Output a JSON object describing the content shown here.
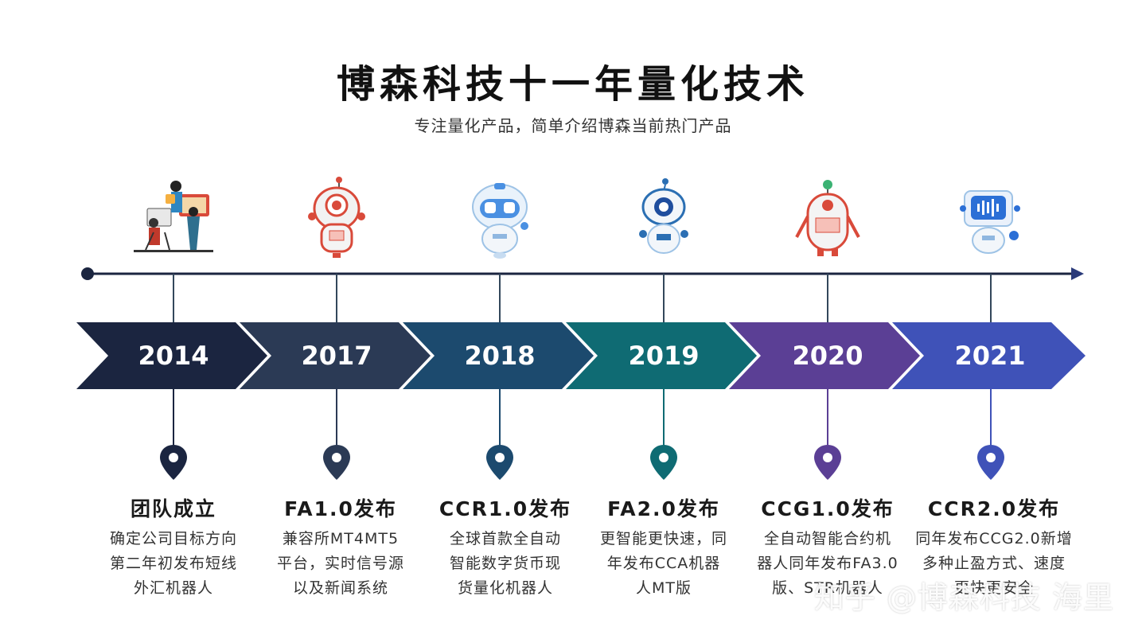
{
  "header": {
    "title": "博森科技十一年量化技术",
    "subtitle": "专注量化产品，简单介绍博森当前热门产品"
  },
  "milestones": [
    {
      "year": "2014",
      "title": "团队成立",
      "desc": [
        "确定公司目标方向",
        "第二年初发布短线",
        "外汇机器人"
      ],
      "color": "#1b2540",
      "icon": "team-illustration-icon"
    },
    {
      "year": "2017",
      "title": "FA1.0发布",
      "desc": [
        "兼容所MT4MT5",
        "平台，实时信号源",
        "以及新闻系统"
      ],
      "color": "#2b3a55",
      "icon": "fa-robot-icon"
    },
    {
      "year": "2018",
      "title": "CCR1.0发布",
      "desc": [
        "全球首款全自动",
        "智能数字货币现",
        "货量化机器人"
      ],
      "color": "#1c4a6e",
      "icon": "ccr-robot-icon"
    },
    {
      "year": "2019",
      "title": "FA2.0发布",
      "desc": [
        "更智能更快速，同",
        "年发布CCA机器",
        "人MT版"
      ],
      "color": "#0f6b73",
      "icon": "cca-robot-icon"
    },
    {
      "year": "2020",
      "title": "CCG1.0发布",
      "desc": [
        "全自动智能合约机",
        "器人同年发布FA3.0",
        "版、STR机器人"
      ],
      "color": "#5b3f95",
      "icon": "ccg-robot-icon"
    },
    {
      "year": "2021",
      "title": "CCR2.0发布",
      "desc": [
        "同年发布CCG2.0新增",
        "多种止盈方式、速度",
        "更快更安全"
      ],
      "color": "#3f52b8",
      "icon": "cst-robot-icon"
    }
  ],
  "watermark": "知乎 @博森科技 海里"
}
